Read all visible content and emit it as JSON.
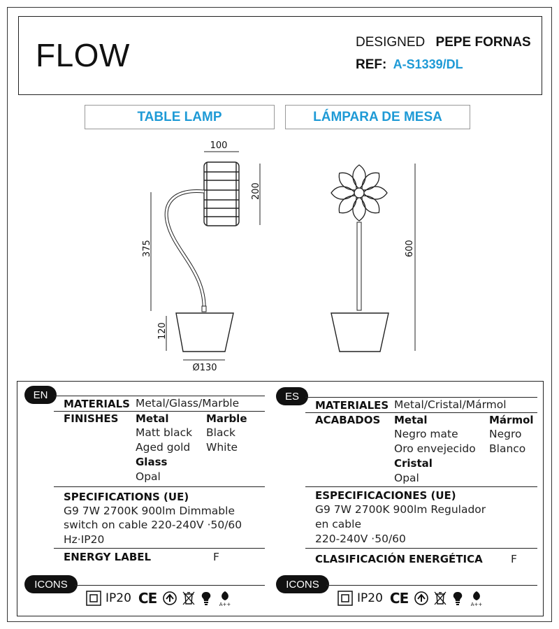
{
  "header": {
    "title": "FLOW",
    "designed_label": "DESIGNED",
    "designer": "PEPE FORNAS",
    "ref_label": "REF:",
    "ref_code": "A-S1339/DL"
  },
  "product_type": {
    "en": "TABLE LAMP",
    "es": "LÁMPARA DE MESA"
  },
  "dimensions": {
    "width": "100",
    "shade_height": "200",
    "arm_height": "375",
    "base_height": "120",
    "base_diameter": "Ø130",
    "total_height": "600"
  },
  "en": {
    "lang": "EN",
    "materials_label": "MATERIALS",
    "materials_value": "Metal/Glass/Marble",
    "finishes_label": "FINISHES",
    "metal_label": "Metal",
    "metal_1": "Matt black",
    "metal_2": "Aged gold",
    "marble_label": "Marble",
    "marble_1": "Black",
    "marble_2": "White",
    "glass_label": "Glass",
    "glass_1": "Opal",
    "spec_label": "SPECIFICATIONS (UE)",
    "spec_1": "G9 7W 2700K 900lm Dimmable",
    "spec_2": "switch on cable 220-240V ·50/60",
    "spec_3": "Hz·IP20",
    "energy_label": "ENERGY LABEL",
    "energy_value": "F",
    "icons_label": "ICONS"
  },
  "es": {
    "lang": "ES",
    "materials_label": "MATERIALES",
    "materials_value": "Metal/Cristal/Mármol",
    "finishes_label": "ACABADOS",
    "metal_label": "Metal",
    "metal_1": "Negro mate",
    "metal_2": "Oro envejecido",
    "marble_label": "Mármol",
    "marble_1": "Negro",
    "marble_2": "Blanco",
    "glass_label": "Cristal",
    "glass_1": "Opal",
    "spec_label": "ESPECIFICACIONES (UE)",
    "spec_1": "G9 7W 2700K 900lm Regulador",
    "spec_2": "en cable",
    "spec_3": "220-240V ·50/60",
    "energy_label": "CLASIFICACIÓN ENERGÉTICA",
    "energy_value": "F",
    "icons_label": "ICONS"
  },
  "icons": {
    "ip_rating": "IP20",
    "ce_mark": "CE",
    "energy_class": "A++",
    "list": [
      "class-ii-icon",
      "ce-mark-icon",
      "recycle-icon",
      "weee-bin-icon",
      "led-bulb-icon",
      "eco-leaf-icon"
    ]
  },
  "colors": {
    "accent": "#1e9ad6",
    "ink": "#111111"
  }
}
